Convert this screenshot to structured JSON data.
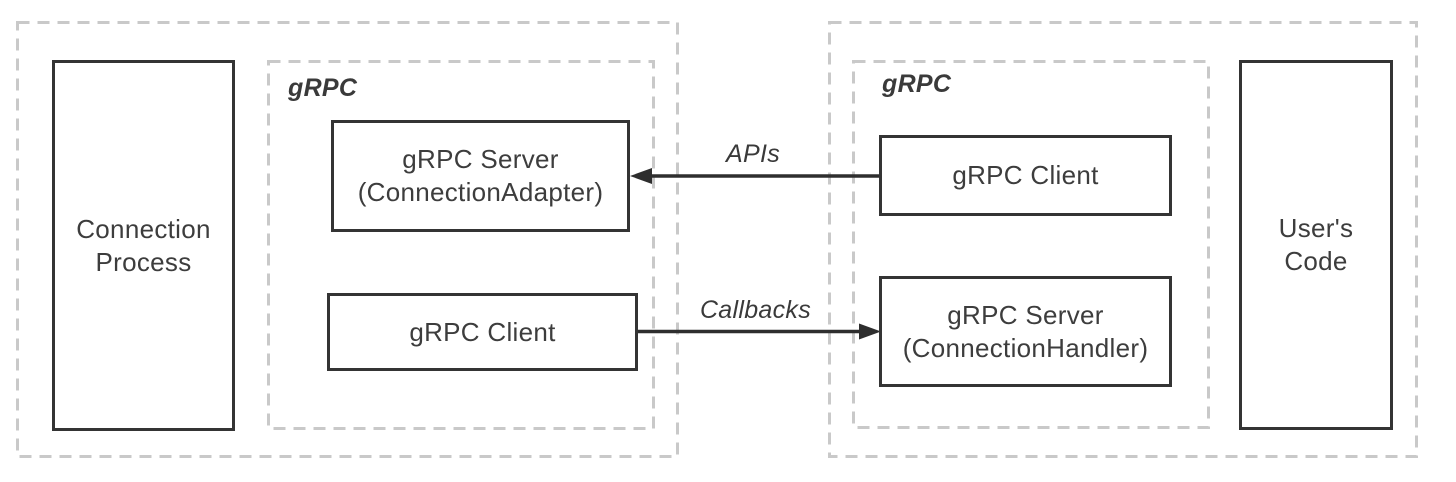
{
  "diagram": {
    "left_region": {
      "process_box_label": "Connection Process",
      "grpc_group_label": "gRPC",
      "server_box_line1": "gRPC Server",
      "server_box_line2": "(ConnectionAdapter)",
      "client_box_label": "gRPC Client"
    },
    "right_region": {
      "grpc_group_label": "gRPC",
      "client_box_label": "gRPC Client",
      "server_box_line1": "gRPC Server",
      "server_box_line2": "(ConnectionHandler)",
      "users_code_box_label": "User's Code"
    },
    "arrows": {
      "apis": {
        "label": "APIs",
        "direction": "right-to-left"
      },
      "callbacks": {
        "label": "Callbacks",
        "direction": "left-to-right"
      }
    },
    "colors": {
      "background": "#ffffff",
      "solid_border": "#343434",
      "dashed_border": "#c9c9c9",
      "arrow": "#2e2e2e",
      "text": "#3d3d3d"
    }
  }
}
